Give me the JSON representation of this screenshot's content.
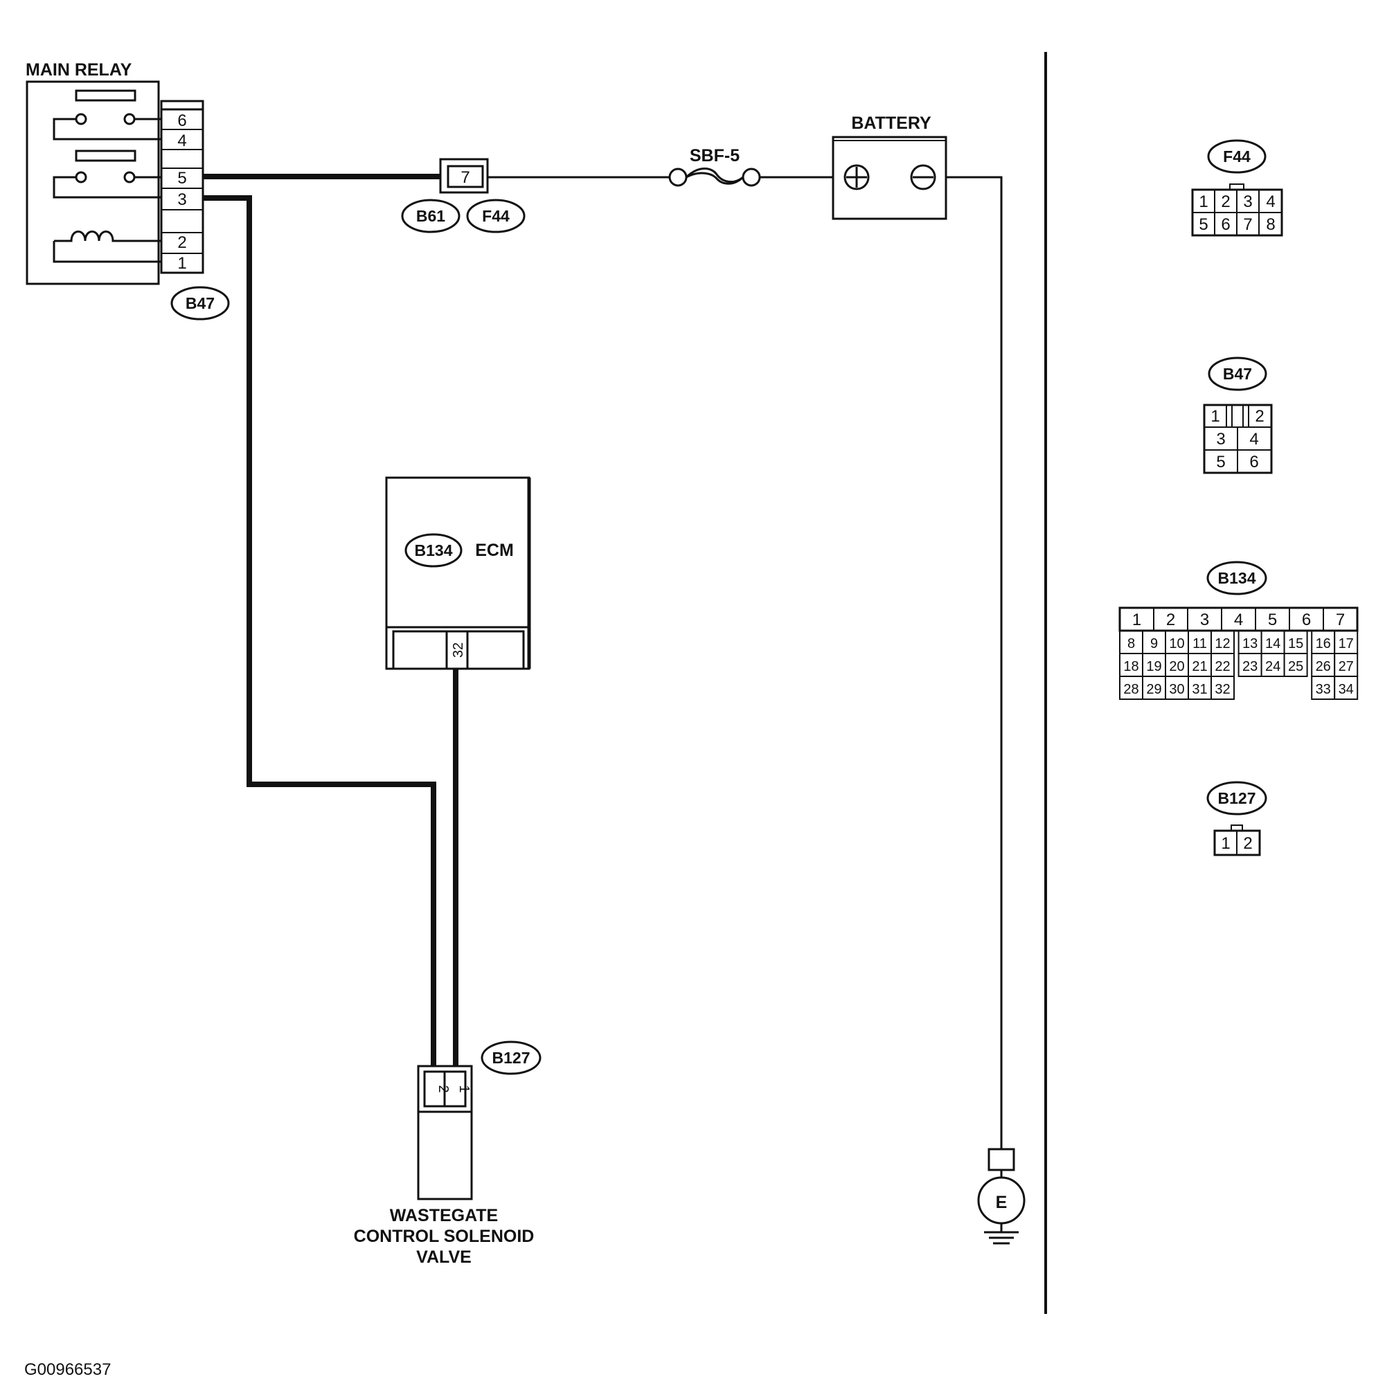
{
  "labels": {
    "main_relay": "MAIN RELAY",
    "battery": "BATTERY",
    "fuse": "SBF-5",
    "ecm": "ECM",
    "valve_line1": "WASTEGATE",
    "valve_line2": "CONTROL SOLENOID",
    "valve_line3": "VALVE",
    "ground": "E",
    "figure_id": "G00966537",
    "plus": "+",
    "minus": "−"
  },
  "connectors": {
    "b47": "B47",
    "b61": "B61",
    "f44": "F44",
    "b134": "B134",
    "b127": "B127"
  },
  "relay_pins": [
    "6",
    "4",
    "5",
    "3",
    "2",
    "1"
  ],
  "f44_pin_on_line": "7",
  "ecm_pin": "32",
  "valve_pins": [
    "2",
    "1"
  ],
  "faces": {
    "f44": {
      "label": "F44",
      "rows": [
        [
          "1",
          "2",
          "3",
          "4"
        ],
        [
          "5",
          "6",
          "7",
          "8"
        ]
      ]
    },
    "b47": {
      "label": "B47",
      "rows": [
        [
          "1",
          "2"
        ],
        [
          "3",
          "4"
        ],
        [
          "5",
          "6"
        ]
      ]
    },
    "b134": {
      "label": "B134",
      "row1": [
        "1",
        "2",
        "3",
        "4",
        "5",
        "6",
        "7"
      ],
      "row2": [
        "8",
        "9",
        "10",
        "11",
        "12",
        "13",
        "14",
        "15",
        "16",
        "17"
      ],
      "row3": [
        "18",
        "19",
        "20",
        "21",
        "22",
        "23",
        "24",
        "25",
        "26",
        "27"
      ],
      "row4": [
        "28",
        "29",
        "30",
        "31",
        "32",
        "33",
        "34"
      ]
    },
    "b127": {
      "label": "B127",
      "pins": [
        "1",
        "2"
      ]
    }
  }
}
